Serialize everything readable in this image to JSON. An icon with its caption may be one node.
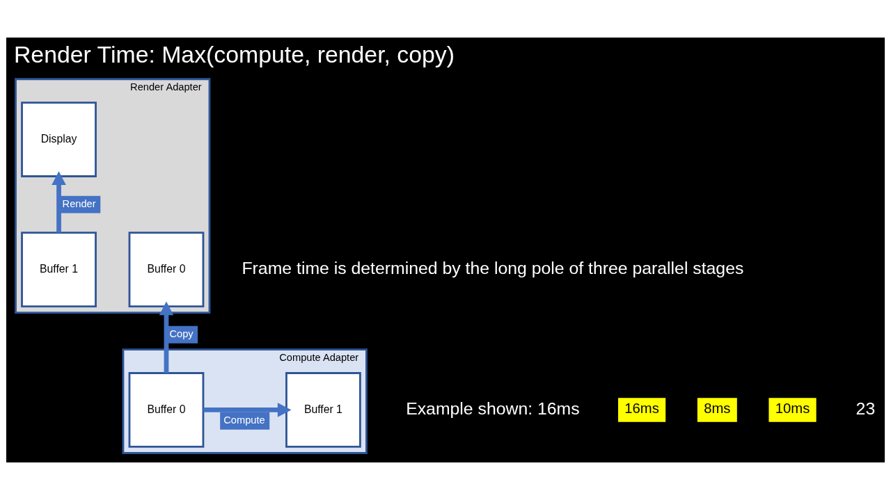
{
  "diagram": {
    "title": "Render Time: Max(compute, render, copy)",
    "nodes": [
      {
        "text": [
          "Render Adapter"
        ]
      },
      {
        "text": [
          "Display"
        ],
        "in": 0
      },
      {
        "text": [
          "Buffer 0"
        ],
        "in": 0
      },
      {
        "text": [
          "Buffer 1"
        ],
        "in": 0
      },
      {
        "text": [
          "Compute Adapter"
        ]
      },
      {
        "text": [
          "Buffer 0"
        ],
        "in": 4
      },
      {
        "text": [
          "Buffer 1"
        ],
        "in": 4
      }
    ],
    "edges": [
      {
        "from": 3,
        "to": 1,
        "arrow": "to",
        "label": "Render"
      },
      {
        "from": 5,
        "to": 2,
        "arrow": "to",
        "label": "Copy"
      },
      {
        "from": 5,
        "to": 6,
        "arrow": "to",
        "label": "Compute"
      }
    ],
    "labels": [
      "Frame time is determined by the long pole of three parallel stages",
      "Example shown: 16ms",
      "16ms",
      "8ms",
      "10ms",
      "23"
    ]
  }
}
